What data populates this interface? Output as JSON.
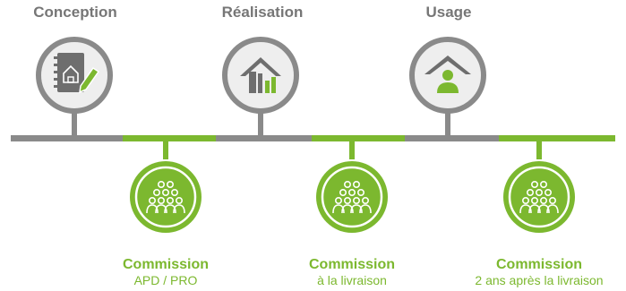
{
  "phases": [
    {
      "title": "Conception",
      "icon": "notebook-house-pencil-icon"
    },
    {
      "title": "Réalisation",
      "icon": "house-construction-icon"
    },
    {
      "title": "Usage",
      "icon": "house-person-icon"
    }
  ],
  "commissions": [
    {
      "title": "Commission",
      "subtitle": "APD / PRO",
      "icon": "group-people-icon"
    },
    {
      "title": "Commission",
      "subtitle": "à la livraison",
      "icon": "group-people-icon"
    },
    {
      "title": "Commission",
      "subtitle": "2 ans après la livraison",
      "icon": "group-people-icon"
    }
  ],
  "colors": {
    "gray": "#8a8a8a",
    "green": "#7cb82f",
    "icon_gray": "#6e6e6e",
    "fill": "#eeeeee"
  }
}
